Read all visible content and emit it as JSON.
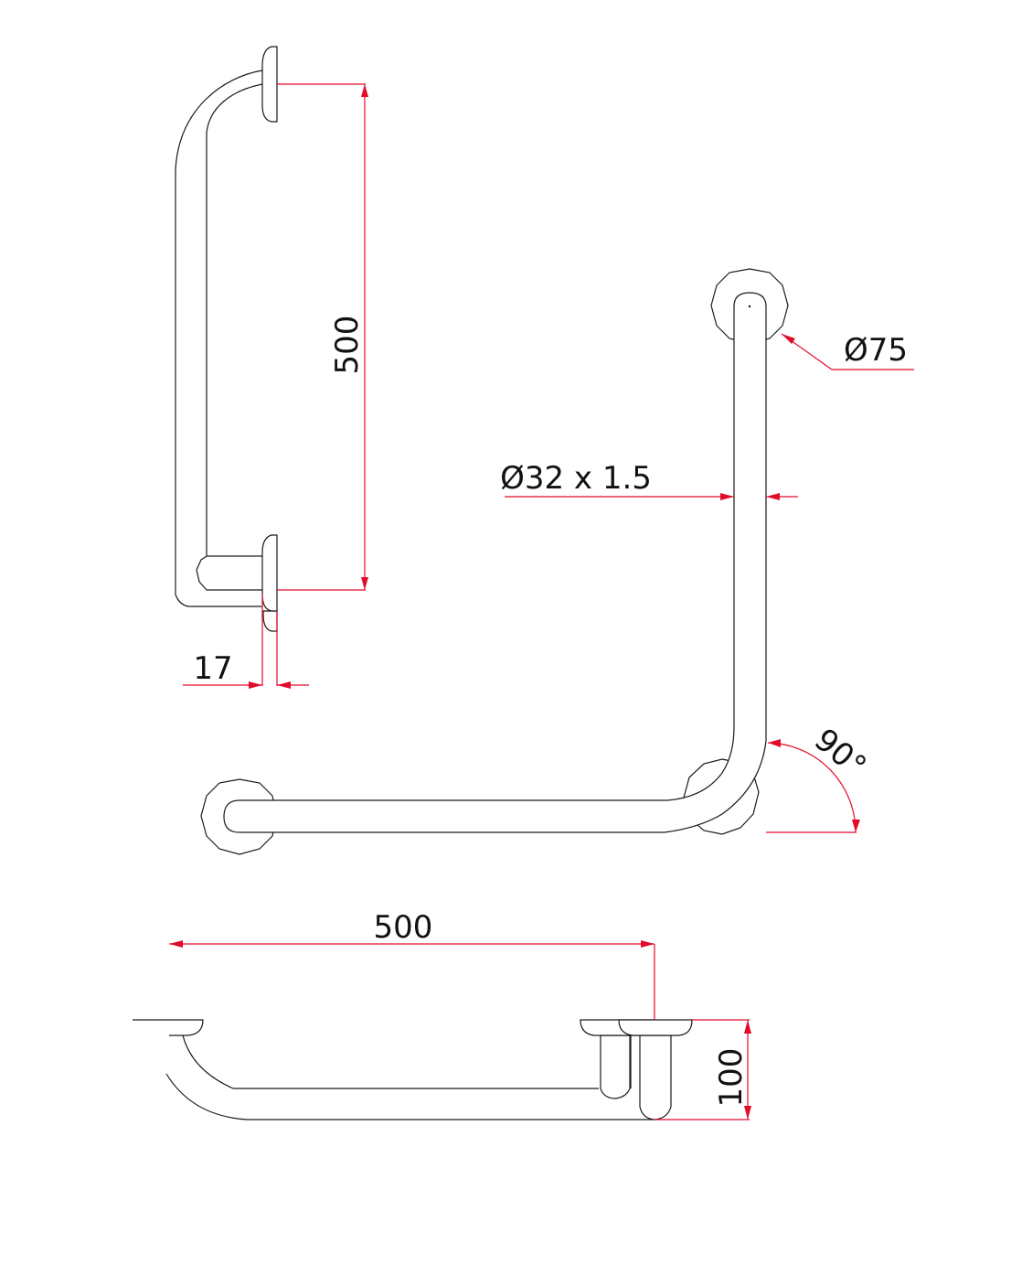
{
  "dimensions": {
    "side_height": "500",
    "wall_offset": "17",
    "flange_diameter": "Ø75",
    "tube_spec": "Ø32 x 1.5",
    "angle": "90°",
    "bottom_length": "500",
    "projection": "100"
  },
  "colors": {
    "outline": "#1a1a1a",
    "dimension": "#e30b2a"
  }
}
